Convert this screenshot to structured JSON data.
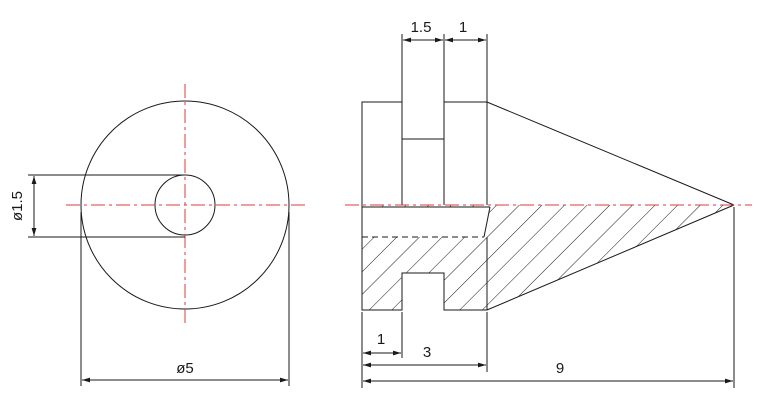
{
  "dimensions": {
    "hole_dia": "ø1.5",
    "outer_dia": "ø5",
    "slot_width": "1.5",
    "shoulder_width": "1",
    "flange_width": "1",
    "body_length": "3",
    "total_length": "9"
  },
  "colors": {
    "outline": "#1a1a1a",
    "centerline": "#e0393b"
  }
}
